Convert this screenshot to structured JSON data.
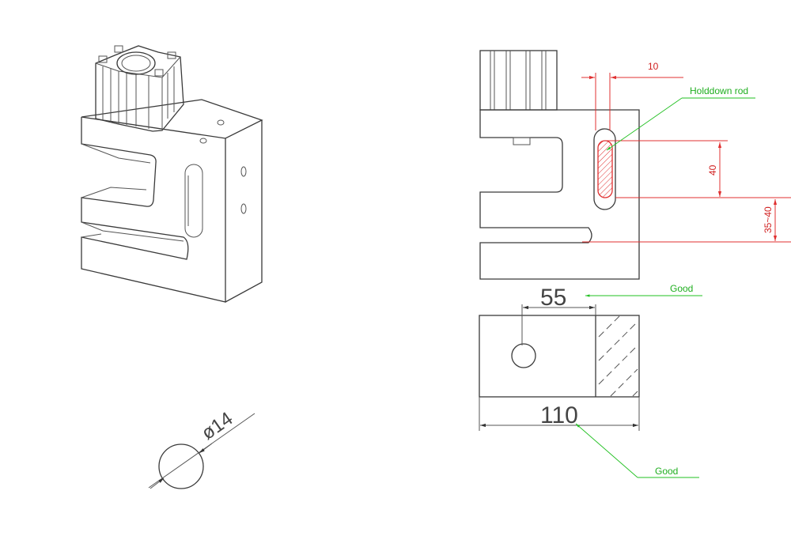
{
  "dimensions": {
    "width_10": "10",
    "height_40": "40",
    "gap_35_40": "35~40",
    "dim_55": "55",
    "dim_110": "110",
    "diameter_14": "ø14"
  },
  "annotations": {
    "holddown_rod": "Holddown rod",
    "good_top": "Good",
    "good_bottom": "Good"
  },
  "colors": {
    "line": "#3a3a3a",
    "dimension_red": "#e03030",
    "leader_green": "#22c022"
  }
}
